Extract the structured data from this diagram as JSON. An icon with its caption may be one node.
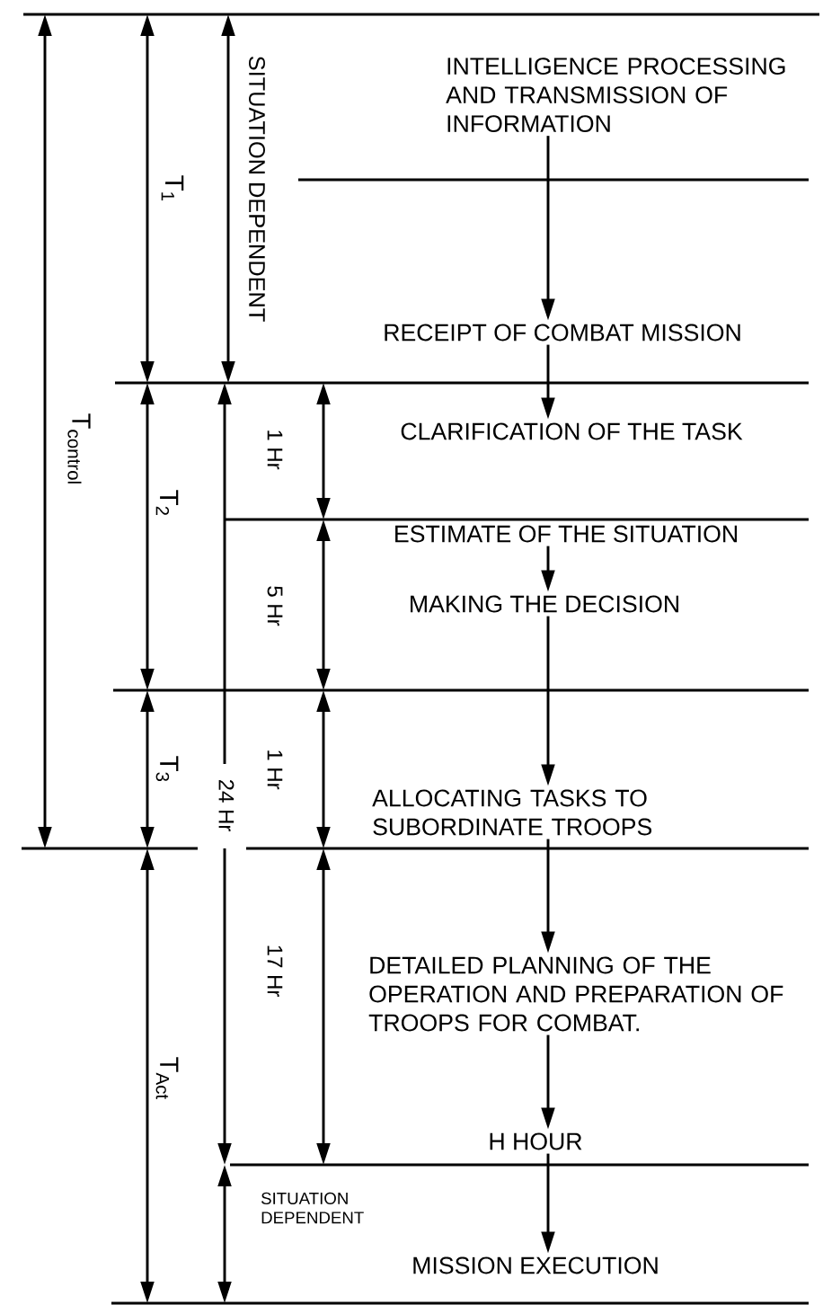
{
  "diagram": {
    "nodes": [
      {
        "text": [
          "INTELLIGENCE PROCESSING AND TRANSMISSION OF INFORMATION"
        ]
      },
      {
        "text": [
          "RECEIPT OF COMBAT MISSION"
        ]
      },
      {
        "text": [
          "CLARIFICATION OF THE TASK"
        ]
      },
      {
        "text": [
          "ESTIMATE OF THE SITUATION"
        ]
      },
      {
        "text": [
          "MAKING THE DECISION"
        ]
      },
      {
        "text": [
          "ALLOCATING TASKS TO SUBORDINATE TROOPS"
        ]
      },
      {
        "text": [
          "DETAILED PLANNING OF THE OPERATION AND PREPARATION OF TROOPS FOR COMBAT."
        ]
      },
      {
        "text": [
          "H HOUR"
        ]
      },
      {
        "text": [
          "MISSION EXECUTION"
        ]
      }
    ],
    "edges": [
      {
        "from": 0,
        "to": 1,
        "arrow": "to"
      },
      {
        "from": 1,
        "to": 2,
        "arrow": "to"
      },
      {
        "from": 3,
        "to": 4,
        "arrow": "to"
      },
      {
        "from": 4,
        "to": 5,
        "arrow": "to"
      },
      {
        "from": 5,
        "to": 6,
        "arrow": "to"
      },
      {
        "from": 6,
        "to": 7,
        "arrow": "to"
      },
      {
        "from": 7,
        "to": 8,
        "arrow": "to"
      }
    ],
    "labels": [
      "SITUATION DEPENDENT",
      "T$_{1}$",
      "T$_{control}$",
      "1 Hr",
      "T$_{2}$",
      "5 Hr",
      "T$_{3}$",
      "1 Hr",
      "24 Hr",
      "17 Hr",
      "T$_{Act}$",
      "SITUATION DEPENDENT"
    ]
  }
}
